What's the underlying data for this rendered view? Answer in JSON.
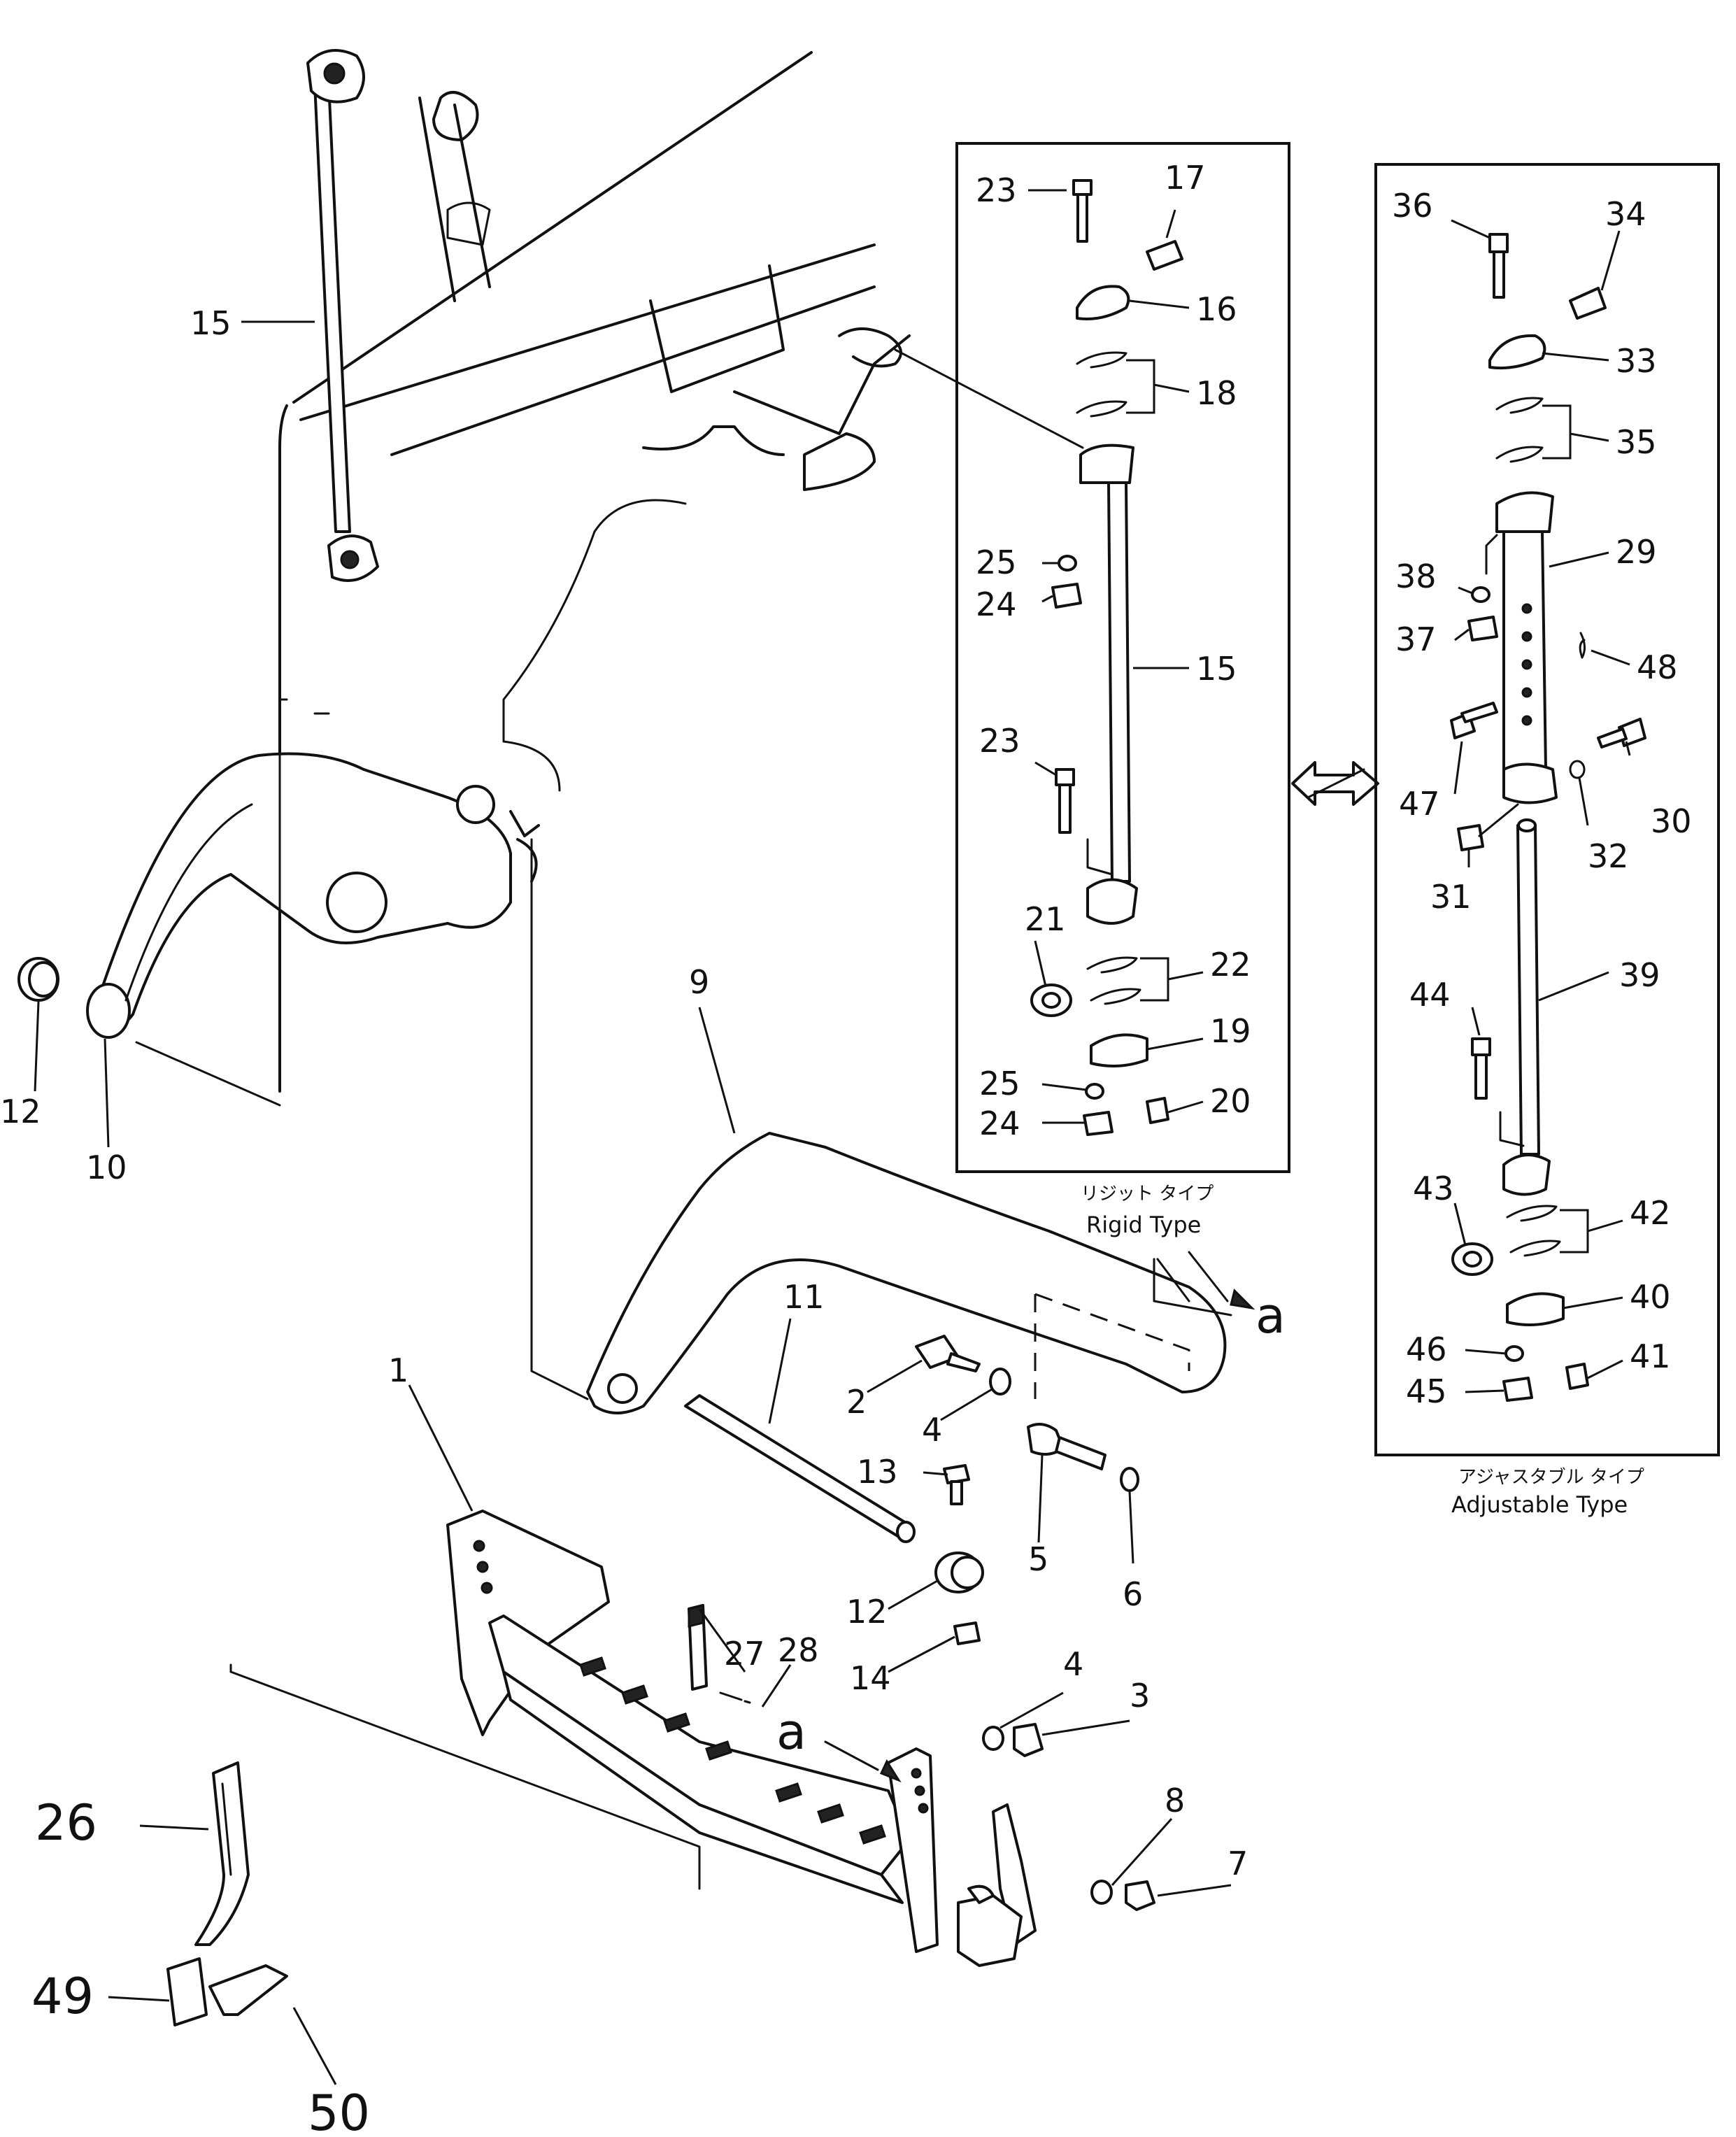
{
  "diagram": {
    "callouts": {
      "n1": "1",
      "n2": "2",
      "n3": "3",
      "n4a": "4",
      "n4b": "4",
      "n5": "5",
      "n6": "6",
      "n7": "7",
      "n8": "8",
      "n9": "9",
      "n10": "10",
      "n11": "11",
      "n12a": "12",
      "n12b": "12",
      "n13": "13",
      "n14": "14",
      "n15a": "15",
      "n15b": "15",
      "n16": "16",
      "n17": "17",
      "n18": "18",
      "n19": "19",
      "n20": "20",
      "n21": "21",
      "n22": "22",
      "n23a": "23",
      "n23b": "23",
      "n24a": "24",
      "n24b": "24",
      "n25a": "25",
      "n25b": "25",
      "n26": "26",
      "n27": "27",
      "n28": "28",
      "n29": "29",
      "n30": "30",
      "n31": "31",
      "n32": "32",
      "n33": "33",
      "n34": "34",
      "n35": "35",
      "n36": "36",
      "n37": "37",
      "n38": "38",
      "n39": "39",
      "n40": "40",
      "n41": "41",
      "n42": "42",
      "n43": "43",
      "n44": "44",
      "n45": "45",
      "n46": "46",
      "n47": "47",
      "n48": "48",
      "n49": "49",
      "n50": "50"
    },
    "reference_marks": {
      "a_top": "a",
      "a_bottom": "a"
    },
    "rigid_box": {
      "caption_jp": "リジット タイプ",
      "caption_en": "Rigid Type"
    },
    "adjustable_box": {
      "caption_jp": "アジャスタブル タイプ",
      "caption_en": "Adjustable Type"
    }
  }
}
